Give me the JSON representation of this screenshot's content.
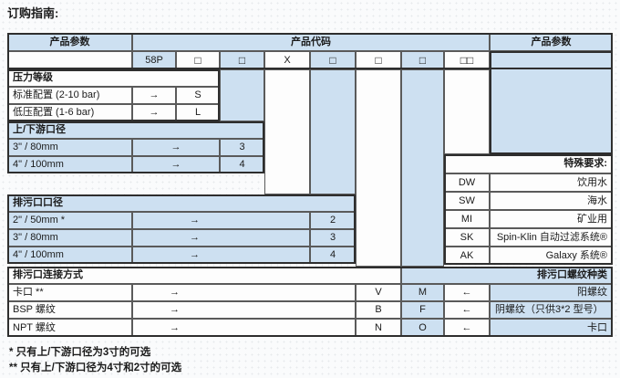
{
  "page_title": "订购指南:",
  "colors": {
    "cell_blue": "#cde0f1",
    "border_dark": "#2e2e2e",
    "border_thin": "#5a5a5a"
  },
  "table": {
    "header": {
      "left": "产品参数",
      "center": "产品代码",
      "right": "产品参数"
    },
    "code_row": [
      "58P",
      "□",
      "□",
      "X",
      "□",
      "□",
      "□",
      "□□"
    ],
    "pressure": {
      "title": "压力等级",
      "rows": [
        {
          "label": "标准配置 (2-10 bar)",
          "arrow": "→",
          "code": "S"
        },
        {
          "label": "低压配置 (1-6 bar)",
          "arrow": "→",
          "code": "L"
        }
      ]
    },
    "port": {
      "title": "上/下游口径",
      "rows": [
        {
          "label": "3\" / 80mm",
          "arrow": "→",
          "code": "3"
        },
        {
          "label": "4\" / 100mm",
          "arrow": "→",
          "code": "4"
        }
      ]
    },
    "drain": {
      "title": "排污口口径",
      "rows": [
        {
          "label": "2\" / 50mm *",
          "arrow": "→",
          "code": "2"
        },
        {
          "label": "3\" / 80mm",
          "arrow": "→",
          "code": "3"
        },
        {
          "label": "4\" / 100mm",
          "arrow": "→",
          "code": "4"
        }
      ]
    },
    "special": {
      "title": "特殊要求:",
      "rows": [
        {
          "code": "DW",
          "label": "饮用水"
        },
        {
          "code": "SW",
          "label": "海水"
        },
        {
          "code": "MI",
          "label": "矿业用"
        },
        {
          "code": "SK",
          "label": "Spin-Klin 自动过滤系统®"
        },
        {
          "code": "AK",
          "label": "Galaxy 系统®"
        }
      ]
    },
    "connection": {
      "title": "排污口连接方式",
      "rows": [
        {
          "label": "卡口 **",
          "arrow": "→",
          "code1": "V",
          "code2": "M",
          "back": "←"
        },
        {
          "label": "BSP 螺纹",
          "arrow": "→",
          "code1": "B",
          "code2": "F",
          "back": "←"
        },
        {
          "label": "NPT 螺纹",
          "arrow": "→",
          "code1": "N",
          "code2": "O",
          "back": "←"
        }
      ]
    },
    "thread": {
      "title": "排污口螺纹种类",
      "rows": [
        {
          "label": "阳螺纹"
        },
        {
          "label": "阴螺纹（只供3*2 型号）"
        },
        {
          "label": "卡口"
        }
      ]
    }
  },
  "footnotes": [
    "* 只有上/下游口径为3寸的可选",
    "** 只有上/下游口径为4寸和2寸的可选"
  ]
}
